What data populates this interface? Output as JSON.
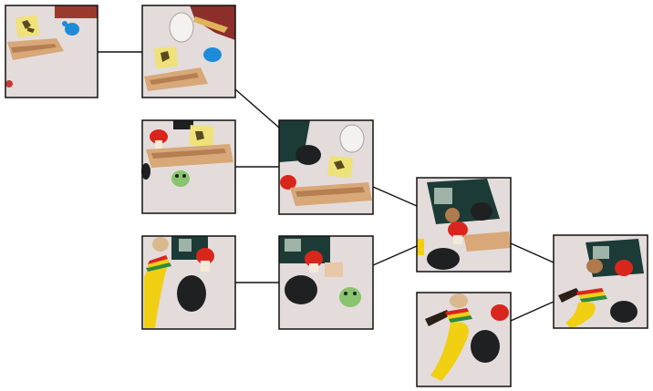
{
  "diagram": {
    "type": "image-merge-tree",
    "leaf_images": [
      {
        "id": "img-a",
        "depicts": [
          "wooden-toy-boat",
          "letter-cube",
          "blue-toy-turtle"
        ]
      },
      {
        "id": "img-b",
        "depicts": [
          "wooden-toy-boat",
          "letter-cube",
          "white-mug",
          "blue-toy-turtle"
        ]
      },
      {
        "id": "img-c",
        "depicts": [
          "wooden-toy-boat",
          "letter-cube",
          "red-mushroom-figure",
          "green-frog-toy"
        ]
      },
      {
        "id": "img-d",
        "depicts": [
          "banana-plush",
          "computer-mouse",
          "red-mushroom-figure"
        ]
      },
      {
        "id": "img-e",
        "depicts": [
          "computer-mouse",
          "red-mushroom-figure",
          "green-frog-toy",
          "magazine"
        ]
      },
      {
        "id": "img-f",
        "depicts": [
          "banana-plush",
          "computer-mouse",
          "red-mushroom-figure"
        ]
      }
    ],
    "merged_images": [
      {
        "id": "img-ab",
        "inputs": [
          "img-a",
          "img-b"
        ],
        "note": ""
      },
      {
        "id": "img-abc",
        "inputs": [
          "img-ab",
          "img-c"
        ],
        "depicts": [
          "wooden-toy-boat",
          "letter-cube",
          "white-mug",
          "computer-mouse",
          "red-mushroom-figure"
        ]
      },
      {
        "id": "img-de",
        "inputs": [
          "img-d",
          "img-e"
        ],
        "note": ""
      },
      {
        "id": "img-all",
        "inputs": [
          "img-abc",
          "img-de"
        ],
        "depicts": [
          "magazine",
          "computer-mouse",
          "red-mushroom-figure",
          "wooden-toy-boat"
        ]
      },
      {
        "id": "img-final",
        "inputs": [
          "img-all",
          "img-f"
        ],
        "depicts": [
          "magazine",
          "banana-plush",
          "computer-mouse",
          "red-mushroom-figure"
        ]
      }
    ],
    "edges": [
      {
        "from": "img-a",
        "to": "img-b"
      },
      {
        "from": "img-b",
        "to": "img-abc"
      },
      {
        "from": "img-c",
        "to": "img-abc"
      },
      {
        "from": "img-abc",
        "to": "img-all"
      },
      {
        "from": "img-d",
        "to": "img-e"
      },
      {
        "from": "img-e",
        "to": "img-all"
      },
      {
        "from": "img-all",
        "to": "img-final"
      },
      {
        "from": "img-f",
        "to": "img-final"
      }
    ],
    "colors": {
      "border": "#111111",
      "table": "#e3dcdb",
      "wood": "#d8a878",
      "banana": "#f1cf12",
      "mushroom": "#d9261c",
      "frog": "#88c46d",
      "mouse": "#1e2022",
      "magazine": "#1c3b36"
    }
  }
}
